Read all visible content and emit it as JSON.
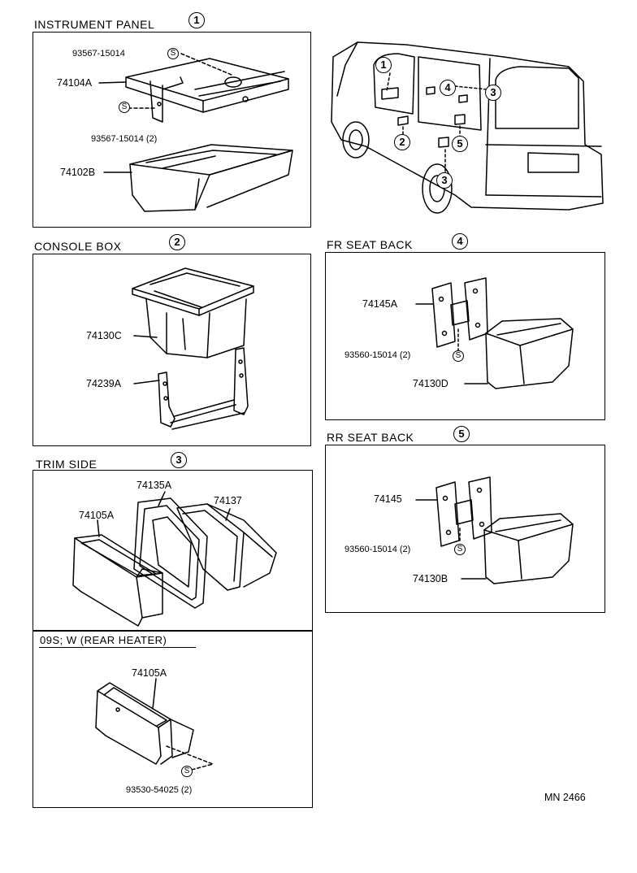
{
  "sections": {
    "instrument_panel": {
      "title": "INSTRUMENT PANEL",
      "num": "1",
      "parts": [
        "93567-15014",
        "74104A",
        "93567-15014 (2)",
        "74102B"
      ]
    },
    "console_box": {
      "title": "CONSOLE BOX",
      "num": "2",
      "parts": [
        "74130C",
        "74239A"
      ]
    },
    "trim_side": {
      "title": "TRIM SIDE",
      "num": "3",
      "parts": [
        "74135A",
        "74137",
        "74105A"
      ]
    },
    "rear_heater": {
      "title": "09S; W (REAR HEATER)",
      "parts": [
        "74105A",
        "93530-54025 (2)"
      ]
    },
    "fr_seat_back": {
      "title": "FR SEAT BACK",
      "num": "4",
      "parts": [
        "74145A",
        "93560-15014 (2)",
        "74130D"
      ]
    },
    "rr_seat_back": {
      "title": "RR SEAT BACK",
      "num": "5",
      "parts": [
        "74145",
        "93560-15014 (2)",
        "74130B"
      ]
    }
  },
  "screw_symbol": "S",
  "vehicle_callouts": [
    "1",
    "2",
    "3",
    "4",
    "3",
    "5"
  ],
  "diagram_code": "MN 2466"
}
